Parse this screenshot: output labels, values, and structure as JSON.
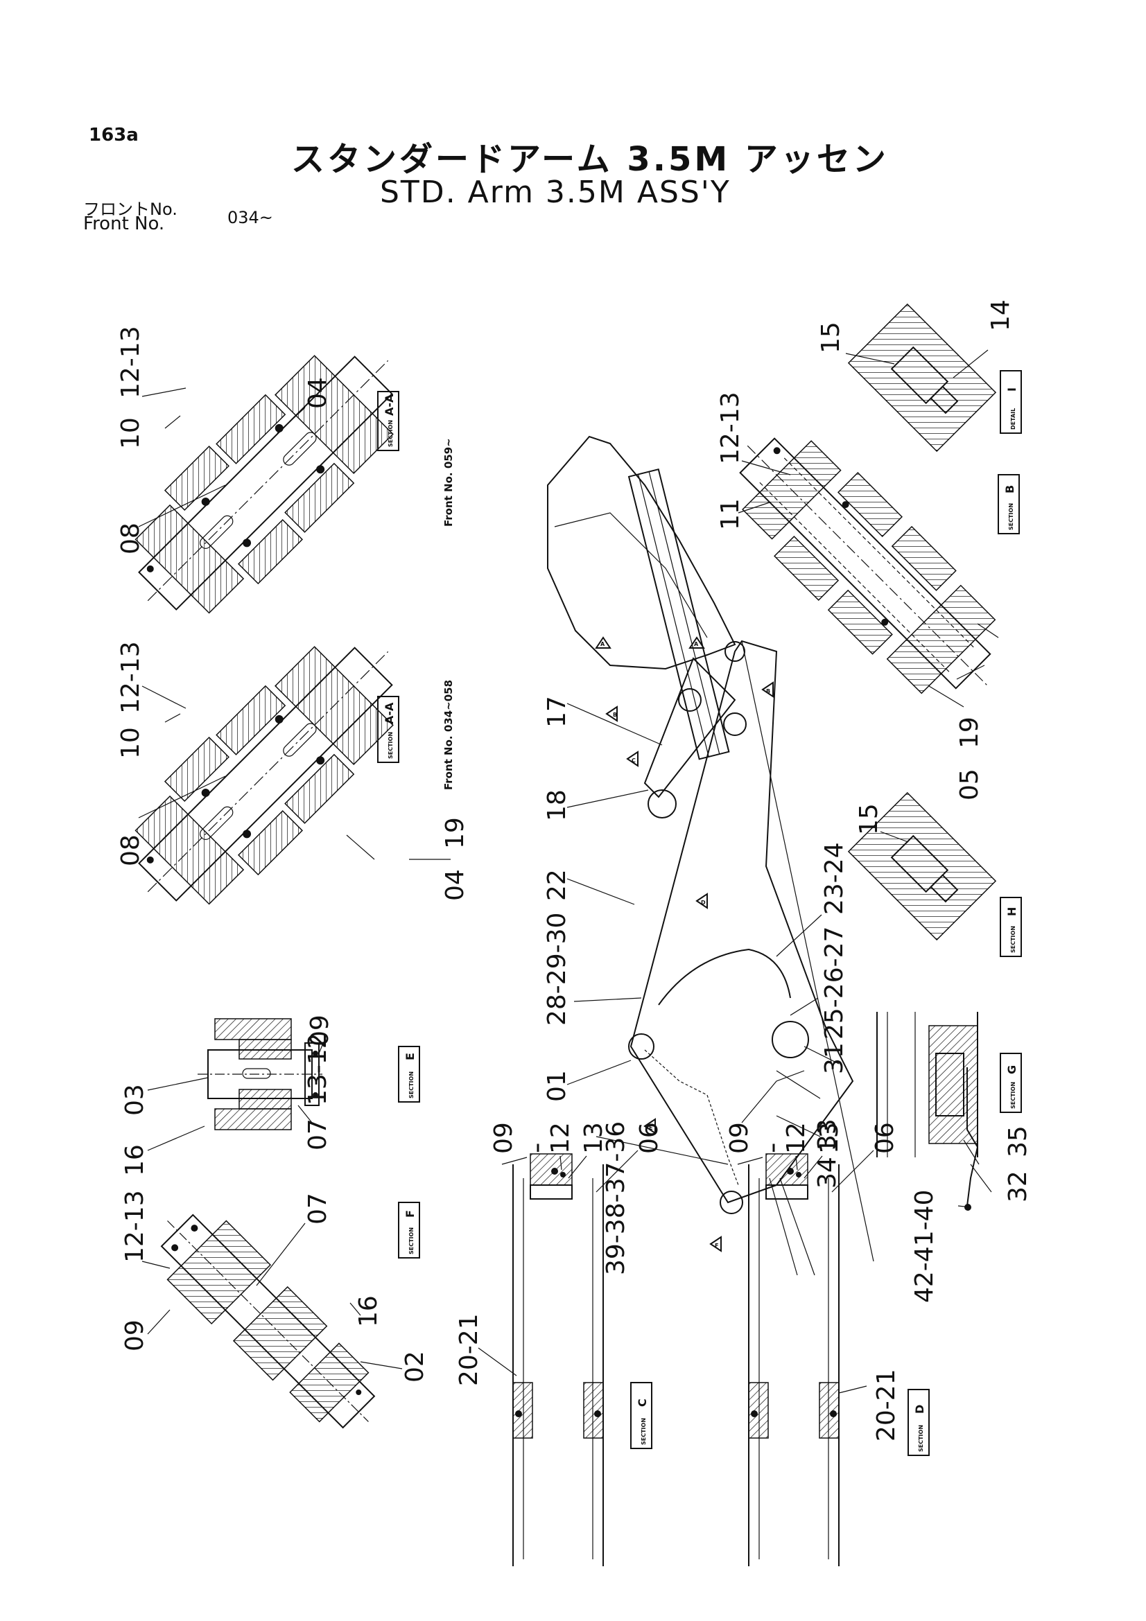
{
  "header": {
    "page_no": "163a",
    "title_jp": "スタンダードアーム 3.5M アッセン",
    "title_en": "STD. Arm 3.5M ASS'Y",
    "front_jp": "フロントNo.",
    "front_en": "Front   No.",
    "front_range": "034~"
  },
  "views": {
    "aa_upper": {
      "front_note": "Front No. 059~",
      "tag": "SECTION",
      "tag_label": "A-A",
      "parts": [
        "12-13",
        "10",
        "08",
        "04"
      ]
    },
    "aa_lower": {
      "front_note": "Front No. 034~058",
      "tag": "SECTION",
      "tag_label": "A-A",
      "parts": [
        "12-13",
        "10",
        "08",
        "04",
        "19"
      ]
    },
    "e": {
      "tag": "SECTION",
      "tag_label": "E",
      "parts": [
        "03",
        "16",
        "09",
        "07",
        "13-12"
      ]
    },
    "f": {
      "tag": "SECTION",
      "tag_label": "F",
      "parts": [
        "12-13",
        "09",
        "07",
        "16",
        "02"
      ]
    },
    "c": {
      "tag": "SECTION",
      "tag_label": "C",
      "parts": [
        "09",
        "12",
        "13",
        "06",
        "20-21"
      ],
      "mark": "I"
    },
    "d": {
      "tag": "SECTION",
      "tag_label": "D",
      "parts": [
        "09",
        "12",
        "13",
        "06",
        "20-21"
      ],
      "mark": "I"
    },
    "b": {
      "tag": "SECTION",
      "tag_label": "B",
      "parts": [
        "12-13",
        "11",
        "19",
        "05"
      ]
    },
    "detail_i": {
      "tag": "DETAIL",
      "tag_label": "I",
      "parts": [
        "15",
        "14"
      ]
    },
    "h": {
      "tag": "SECTION",
      "tag_label": "H",
      "parts": [
        "15"
      ]
    },
    "g": {
      "tag": "SECTION",
      "tag_label": "G",
      "parts": [
        "35",
        "32",
        "42-41-40"
      ]
    },
    "main": {
      "parts": [
        "17",
        "18",
        "22",
        "28-29-30",
        "01",
        "39-38-37-36",
        "34",
        "33",
        "31",
        "25-26-27",
        "23-24"
      ],
      "arrows": [
        "A",
        "A",
        "B",
        "B",
        "C",
        "D",
        "E",
        "F"
      ]
    }
  }
}
